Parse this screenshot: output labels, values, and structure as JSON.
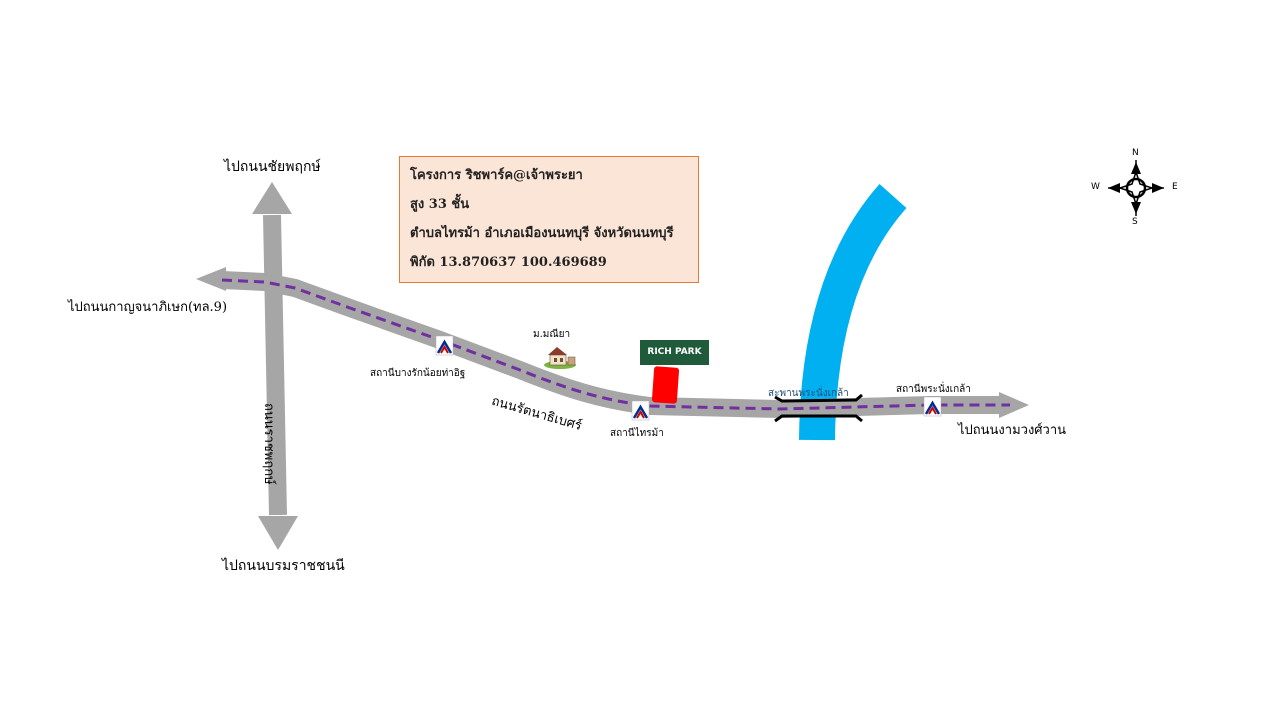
{
  "info_box": {
    "line1": "โครงการ ริชพาร์ค@เจ้าพระยา",
    "line2": "สูง 33 ชั้น",
    "line3": "ตำบลไทรม้า อำเภอเมืองนนทบุรี จังหวัดนนทบุรี",
    "line4": "พิกัด 13.870637 100.469689"
  },
  "labels": {
    "to_chaiyaphruek": "ไปถนนชัยพฤกษ์",
    "to_kanchanaphisek": "ไปถนนกาญจนาภิเษก(ทล.9)",
    "bang_rak_noi_station": "สถานีบางรักน้อยท่าอิฐ",
    "rattanathibet_road": "ถนนรัตนาธิเบศร์",
    "manee_village": "ม.มณียา",
    "sai_ma_station": "สถานีไทรม้า",
    "ratchaphruek_road": "ถนนราชพฤกษ์",
    "to_borommaratchachonnani": "ไปถนนบรมราชชนนี",
    "phra_nang_klao_bridge": "สะพานพระนั่งเกล้า",
    "phra_nang_klao_station": "สถานีพระนั่งเกล้า",
    "to_ngamwongwan": "ไปถนนงามวงศ์วาน",
    "rich_park_logo": "RICH PARK"
  },
  "compass": {
    "n": "N",
    "s": "S",
    "e": "E",
    "w": "W"
  },
  "colors": {
    "road": "#a6a6a6",
    "rail_line": "#7030a0",
    "river": "#00b0f0",
    "project_marker": "#ff0000",
    "info_box_bg": "#fbe5d6",
    "info_box_border": "#e07b3a",
    "logo_bg": "#1f5a3b"
  },
  "icons": {
    "station": "mrt-station-icon",
    "village": "house-icon",
    "compass": "compass-rose-icon"
  }
}
